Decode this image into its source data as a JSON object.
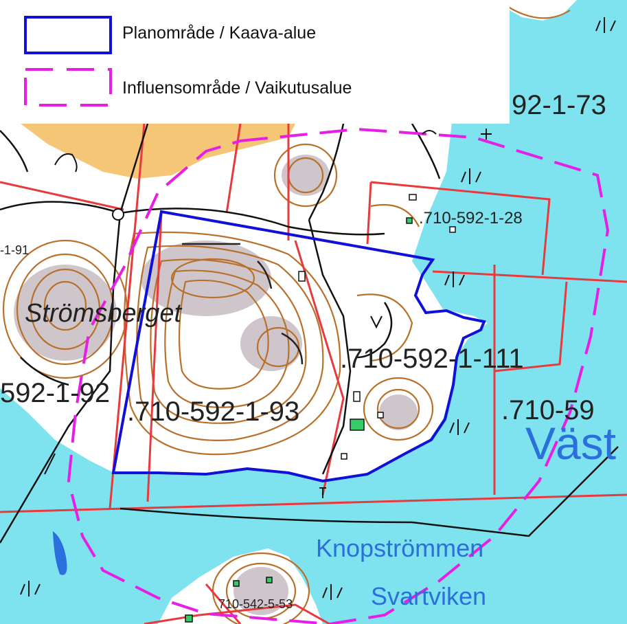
{
  "legend": {
    "plan_area": {
      "label": "Planområde / Kaava-alue",
      "color": "#1010d8"
    },
    "influence_area": {
      "label": "Influensområde / Vaikutusalue",
      "color": "#e61ee6"
    }
  },
  "place_names": {
    "hill": "Strömsberget",
    "strait": "Knopströmmen",
    "bay": "Svartviken",
    "water_fragment": "Väst"
  },
  "parcels": {
    "p93": ".710-592-1-93",
    "p111": ".710-592-1-111",
    "p92": "592-1-92",
    "p28": ".710-592-1-28",
    "p73": "92-1-73",
    "p91": "-1-91",
    "p59": ".710-59",
    "p53": "710-542-5-53"
  },
  "colors": {
    "water": "#7fe3ef",
    "land": "#ffffff",
    "rock": "#cfc6cc",
    "field": "#f6c677",
    "contour": "#b8702a",
    "boundary": "#e8393d",
    "road": "#111111",
    "water_label": "#2a6fdc"
  }
}
